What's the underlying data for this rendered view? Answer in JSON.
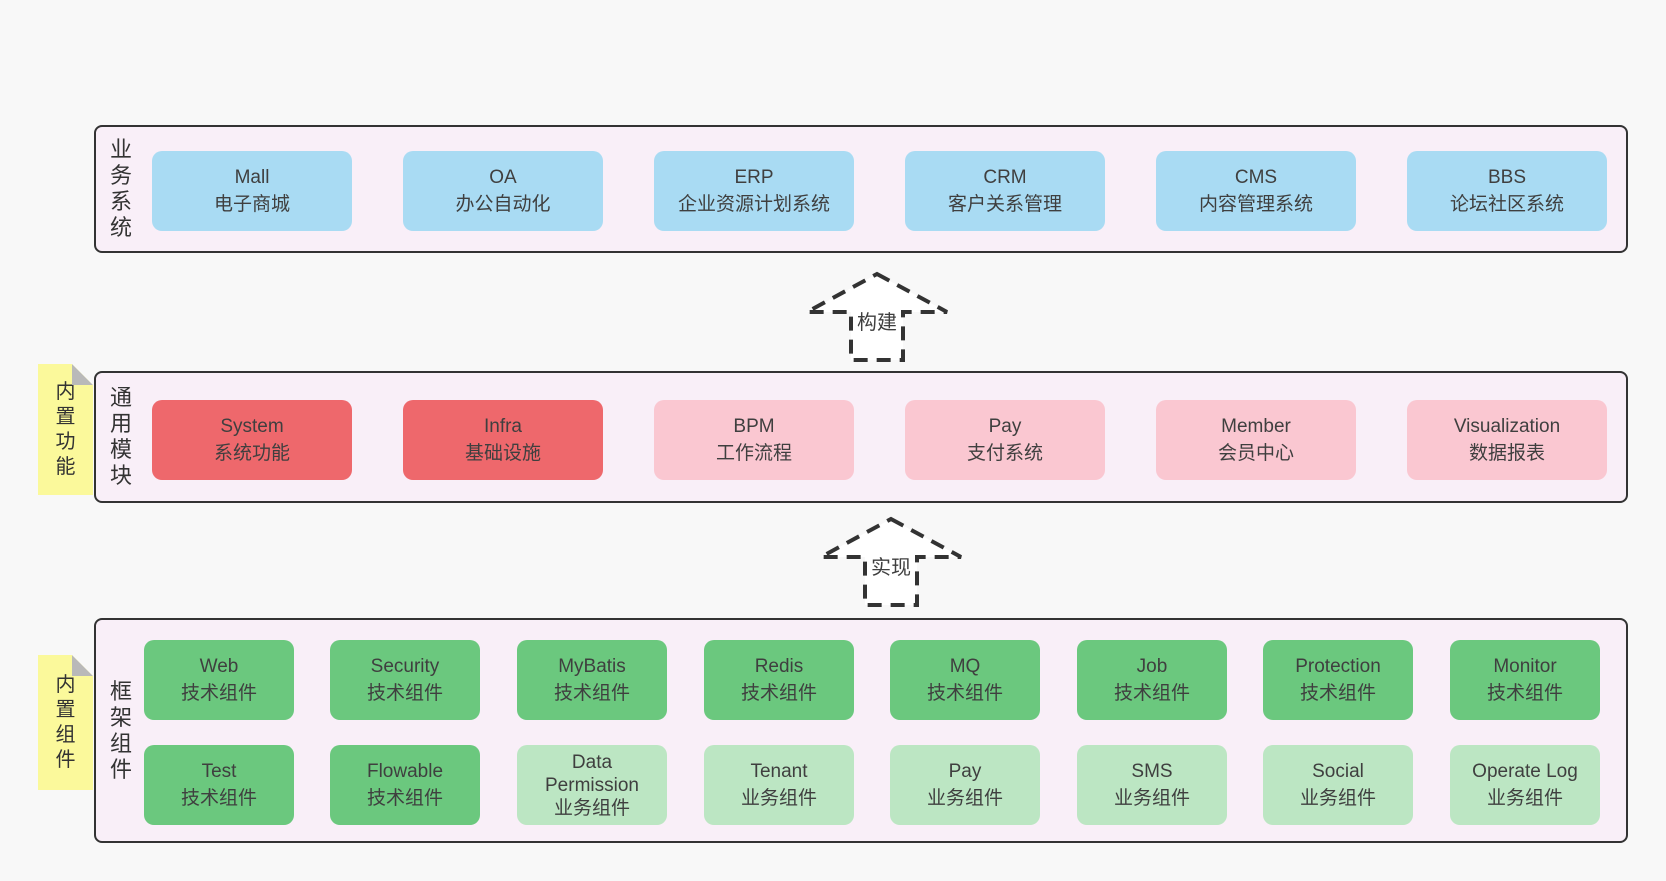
{
  "layers": [
    {
      "label": "业务系统",
      "boxes": [
        {
          "lines": [
            "Mall",
            "电子商城"
          ]
        },
        {
          "lines": [
            "OA",
            "办公自动化"
          ]
        },
        {
          "lines": [
            "ERP",
            "企业资源计划系统"
          ]
        },
        {
          "lines": [
            "CRM",
            "客户关系管理"
          ]
        },
        {
          "lines": [
            "CMS",
            "内容管理系统"
          ]
        },
        {
          "lines": [
            "BBS",
            "论坛社区系统"
          ]
        }
      ]
    },
    {
      "label": "通用模块",
      "sticky": "内置功能",
      "boxes": [
        {
          "lines": [
            "System",
            "系统功能"
          ]
        },
        {
          "lines": [
            "Infra",
            "基础设施"
          ]
        },
        {
          "lines": [
            "BPM",
            "工作流程"
          ]
        },
        {
          "lines": [
            "Pay",
            "支付系统"
          ]
        },
        {
          "lines": [
            "Member",
            "会员中心"
          ]
        },
        {
          "lines": [
            "Visualization",
            "数据报表"
          ]
        }
      ]
    },
    {
      "label": "框架组件",
      "sticky": "内置组件",
      "rows": [
        [
          {
            "lines": [
              "Web",
              "技术组件"
            ]
          },
          {
            "lines": [
              "Security",
              "技术组件"
            ]
          },
          {
            "lines": [
              "MyBatis",
              "技术组件"
            ]
          },
          {
            "lines": [
              "Redis",
              "技术组件"
            ]
          },
          {
            "lines": [
              "MQ",
              "技术组件"
            ]
          },
          {
            "lines": [
              "Job",
              "技术组件"
            ]
          },
          {
            "lines": [
              "Protection",
              "技术组件"
            ]
          },
          {
            "lines": [
              "Monitor",
              "技术组件"
            ]
          }
        ],
        [
          {
            "lines": [
              "Test",
              "技术组件"
            ]
          },
          {
            "lines": [
              "Flowable",
              "技术组件"
            ]
          },
          {
            "lines": [
              "Data",
              "Permission",
              "业务组件"
            ]
          },
          {
            "lines": [
              "Tenant",
              "业务组件"
            ]
          },
          {
            "lines": [
              "Pay",
              "业务组件"
            ]
          },
          {
            "lines": [
              "SMS",
              "业务组件"
            ]
          },
          {
            "lines": [
              "Social",
              "业务组件"
            ]
          },
          {
            "lines": [
              "Operate Log",
              "业务组件"
            ]
          }
        ]
      ]
    }
  ],
  "arrows": [
    {
      "label": "构建"
    },
    {
      "label": "实现"
    }
  ],
  "colors": {
    "page_bg": "#f8f8f8",
    "layer_bg": "#f9eff8",
    "layer_border": "#333333",
    "business_box": "#a9dbf3",
    "core_module_box": "#ee686c",
    "optional_module_box": "#fac7d1",
    "tech_component_box": "#6bc87e",
    "biz_component_box": "#bce6c3",
    "sticky_note": "#fbf99b",
    "sticky_fold": "#b9b9b9"
  }
}
